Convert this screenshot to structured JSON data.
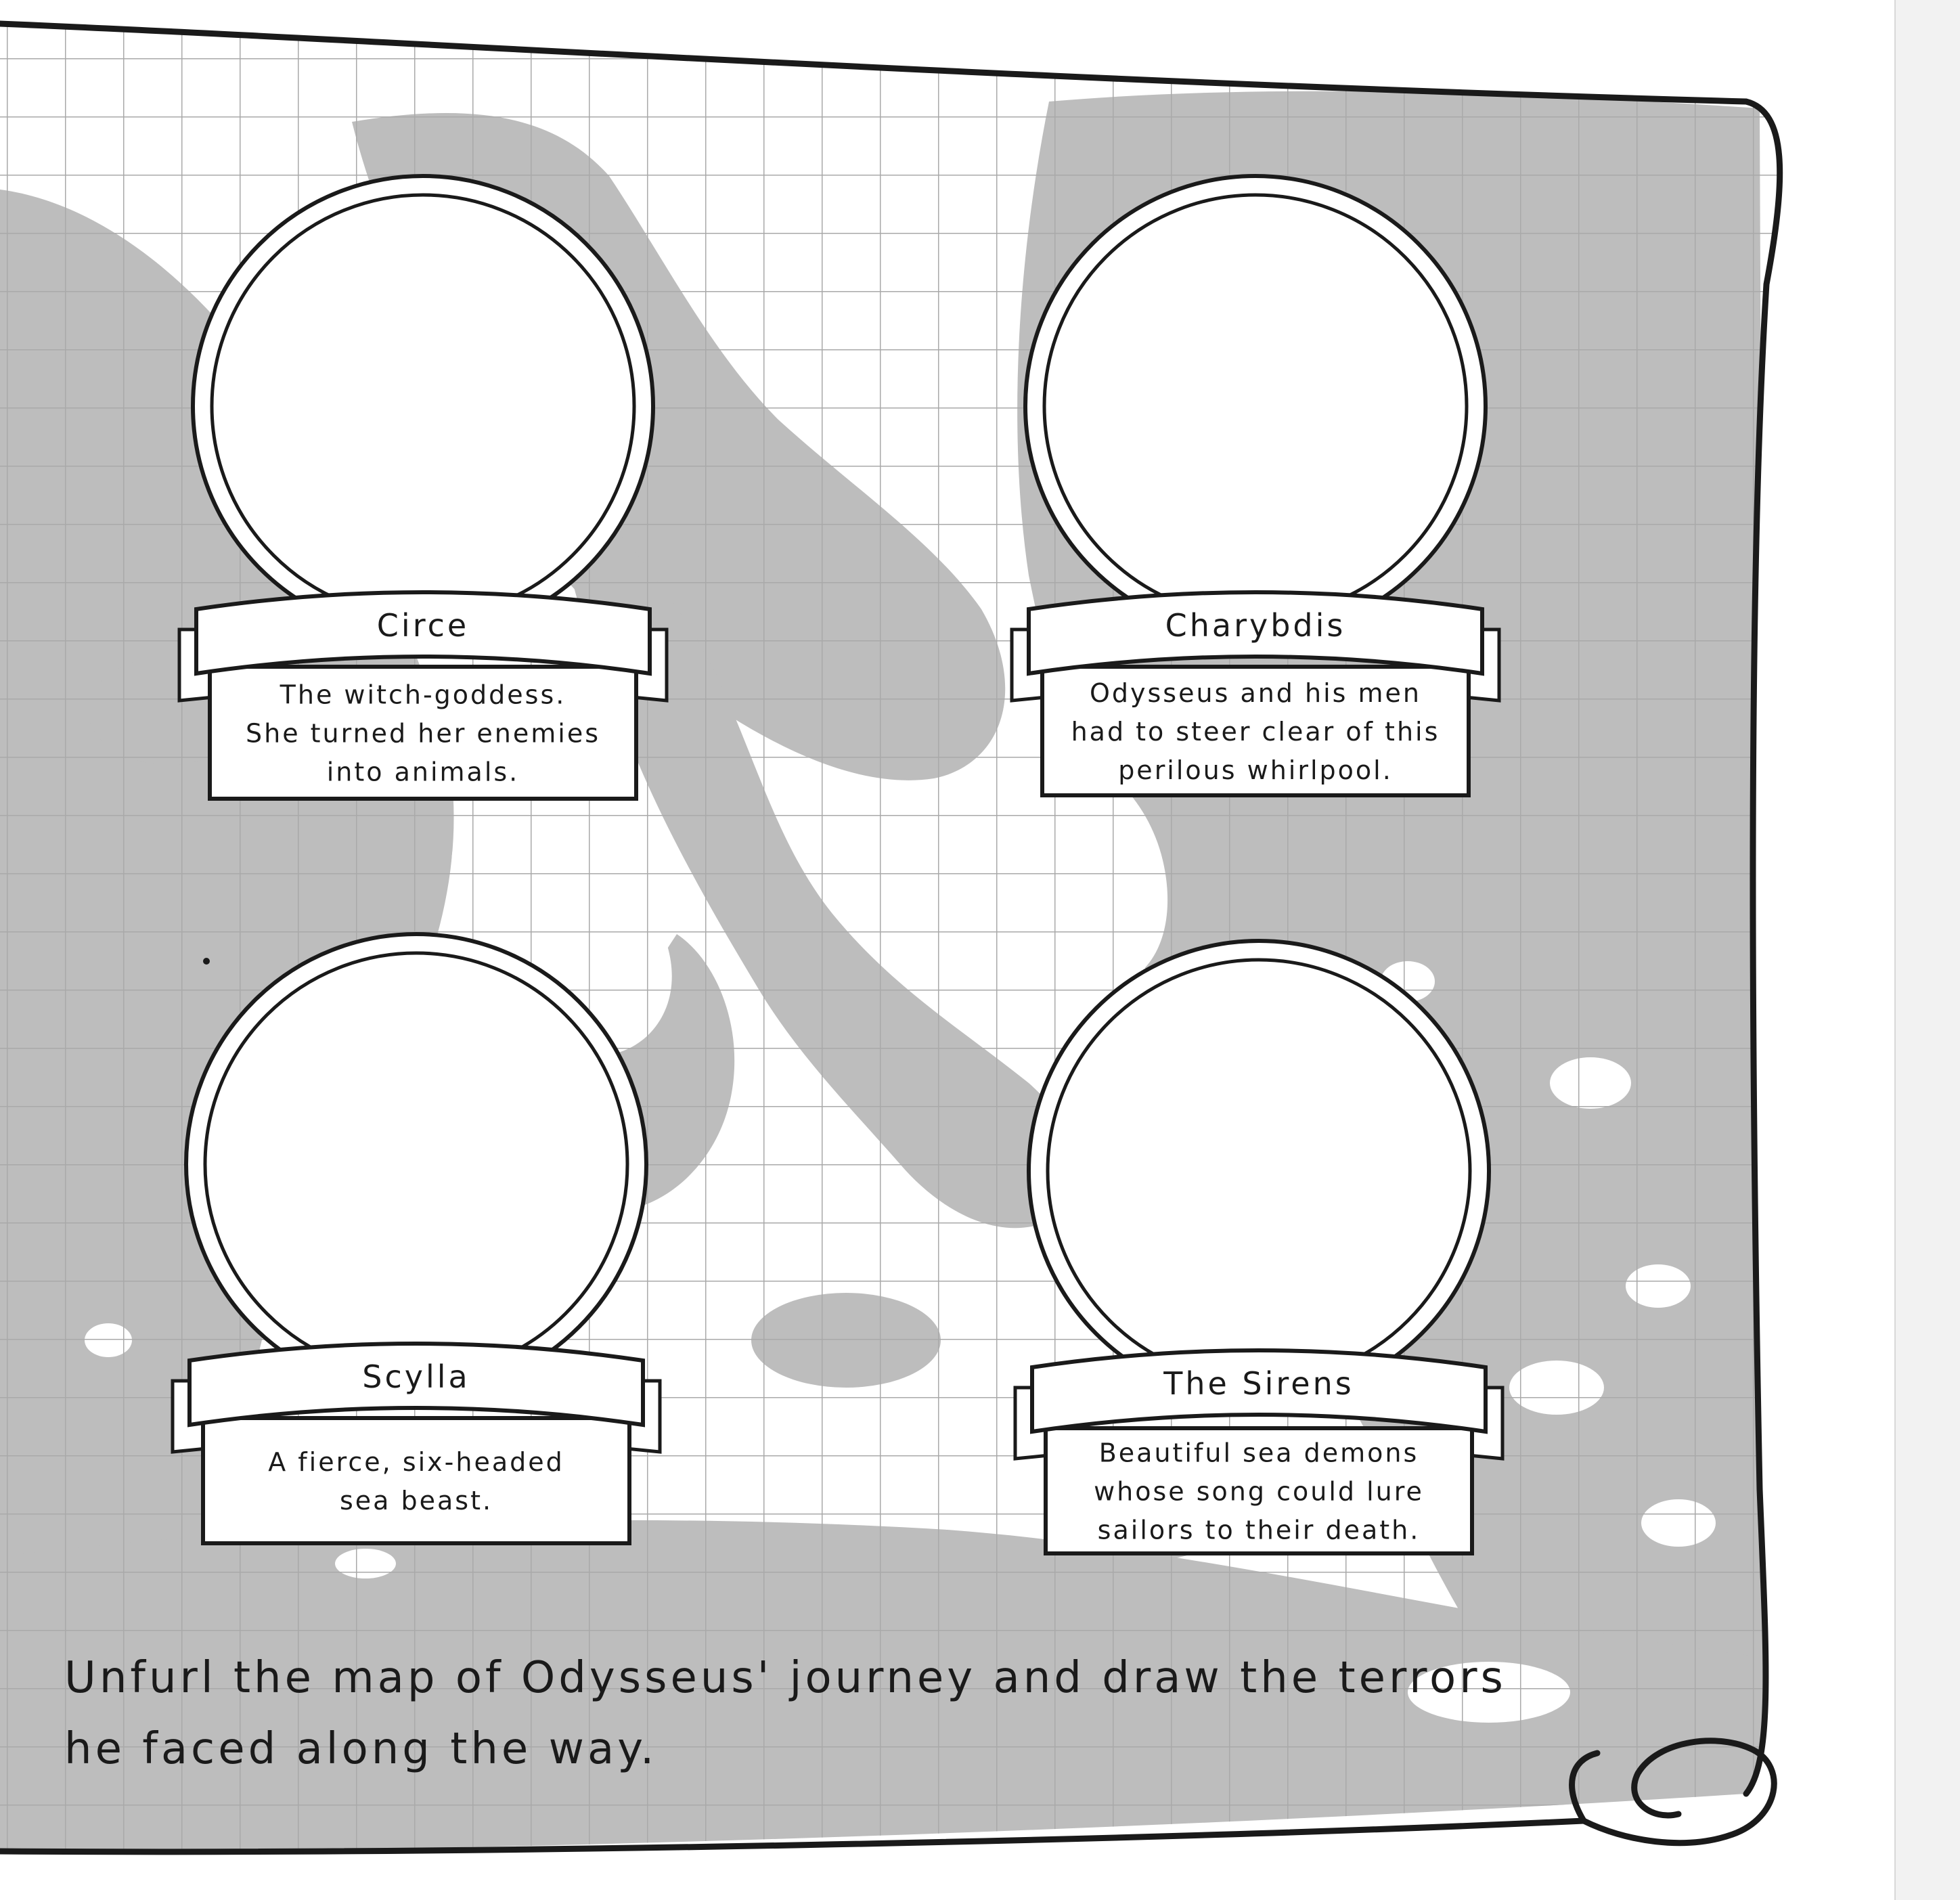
{
  "frames": [
    {
      "id": "circe",
      "name": "Circe",
      "description": [
        "The witch-goddess.",
        "She turned her enemies",
        "into animals."
      ]
    },
    {
      "id": "charybdis",
      "name": "Charybdis",
      "description": [
        "Odysseus and his men",
        "had to steer clear of this",
        "perilous whirlpool."
      ]
    },
    {
      "id": "scylla",
      "name": "Scylla",
      "description": [
        "A fierce, six-headed",
        "sea beast."
      ]
    },
    {
      "id": "sirens",
      "name": "The Sirens",
      "description": [
        "Beautiful sea demons",
        "whose song could lure",
        "sailors to their death."
      ]
    }
  ],
  "instructions": [
    "Unfurl the map of Odysseus' journey and draw the terrors",
    "he faced along the way."
  ],
  "colors": {
    "land": "#bdbdbd",
    "sea": "#ffffff",
    "grid": "#a9a9a9",
    "ink": "#1a1a1a"
  }
}
